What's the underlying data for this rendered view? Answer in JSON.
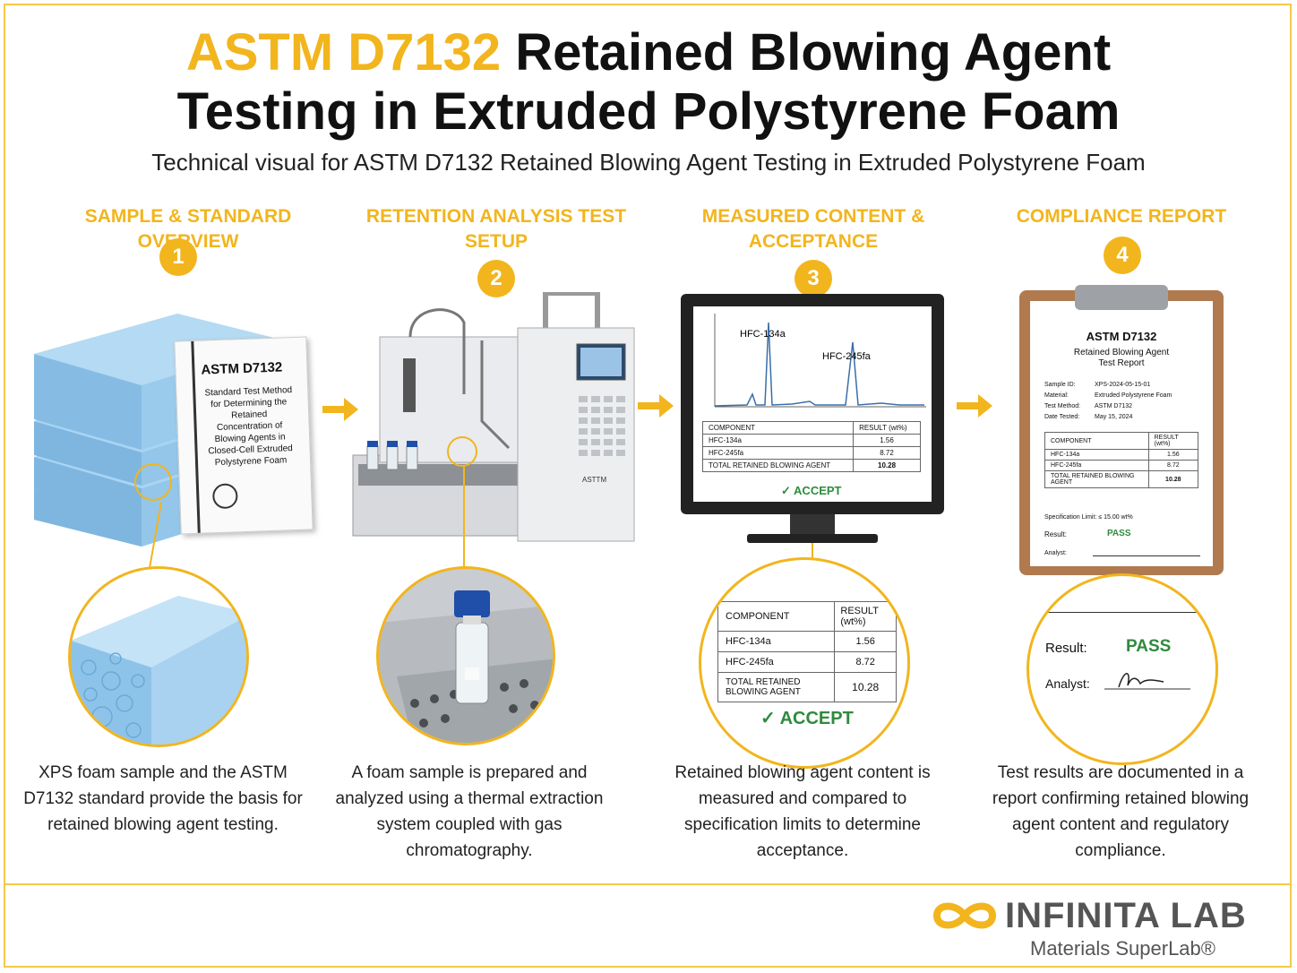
{
  "header": {
    "title_accent": "ASTM D7132",
    "title_rest_line1": "Retained Blowing Agent",
    "title_line2": "Testing in Extruded Polystyrene Foam",
    "subtitle": "Technical visual for ASTM D7132 Retained Blowing Agent Testing in Extruded Polystyrene Foam"
  },
  "steps": [
    {
      "number": "1",
      "heading": "SAMPLE & STANDARD OVERVIEW",
      "caption": "XPS foam sample and the ASTM D7132 standard provide the basis for retained blowing agent testing."
    },
    {
      "number": "2",
      "heading": "RETENTION ANALYSIS TEST SETUP",
      "caption": "A foam sample is prepared and analyzed using a thermal extraction system coupled with gas chromatography."
    },
    {
      "number": "3",
      "heading": "MEASURED CONTENT & ACCEPTANCE",
      "caption": "Retained blowing agent content is measured and compared to specification limits to determine acceptance."
    },
    {
      "number": "4",
      "heading": "COMPLIANCE REPORT",
      "caption": "Test results are documented in a report confirming retained blowing agent content and regulatory compliance."
    }
  ],
  "booklet": {
    "title": "ASTM D7132",
    "text": "Standard Test Method for Determining the Retained Concentration of Blowing Agents in Closed-Cell Extruded Polystyrene Foam"
  },
  "instrument": {
    "brand": "ASTTM"
  },
  "chromatogram": {
    "peak1": "HFC-134a",
    "peak2": "HFC-245fa"
  },
  "results": {
    "col_component": "COMPONENT",
    "col_result": "RESULT (wt%)",
    "rows": [
      {
        "component": "HFC-134a",
        "result": "1.56"
      },
      {
        "component": "HFC-245fa",
        "result": "8.72"
      },
      {
        "component": "TOTAL RETAINED BLOWING AGENT",
        "result": "10.28"
      }
    ],
    "verdict": "ACCEPT"
  },
  "report": {
    "title": "ASTM D7132",
    "subtitle1": "Retained Blowing Agent",
    "subtitle2": "Test Report",
    "fields": [
      {
        "label": "Sample ID:",
        "value": "XPS-2024-05-15-01"
      },
      {
        "label": "Material:",
        "value": "Extruded Polystyrene Foam"
      },
      {
        "label": "Test Method:",
        "value": "ASTM D7132"
      },
      {
        "label": "Date Tested:",
        "value": "May 15, 2024"
      }
    ],
    "spec_label": "Specification Limit:",
    "spec_value": "≤ 15.00 wt%",
    "result_label": "Result:",
    "result_value": "PASS",
    "analyst_label": "Analyst:"
  },
  "brand": {
    "name": "INFINITA LAB",
    "tagline": "Materials SuperLab®"
  },
  "colors": {
    "accent": "#f2b51d",
    "pass": "#2e8b3d",
    "foam": "#8fc3ea"
  }
}
